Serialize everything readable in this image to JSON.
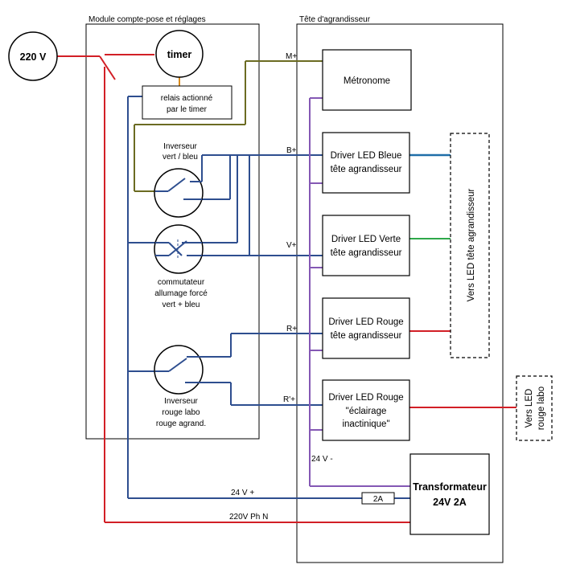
{
  "sections": {
    "module_title": "Module compte-pose et réglages",
    "head_title": "Tête d'agrandisseur"
  },
  "power": {
    "label": "220 V"
  },
  "timer": {
    "label": "timer"
  },
  "relay": {
    "line1": "relais actionné",
    "line2": "par le timer"
  },
  "inverter_green_blue": {
    "line1": "Inverseur",
    "line2": "vert / bleu"
  },
  "forced_switch": {
    "line1": "commutateur",
    "line2": "allumage forcé",
    "line3": "vert  +  bleu"
  },
  "inverter_red": {
    "line1": "Inverseur",
    "line2": "rouge labo",
    "line3": "rouge agrand."
  },
  "metronome": {
    "label": "Métronome"
  },
  "drivers": {
    "blue": {
      "line1": "Driver LED Bleue",
      "line2": "tête agrandisseur"
    },
    "green": {
      "line1": "Driver LED Verte",
      "line2": "tête agrandisseur"
    },
    "red": {
      "line1": "Driver LED Rouge",
      "line2": "tête agrandisseur"
    },
    "safelight": {
      "line1": "Driver LED Rouge",
      "line2": "\"éclairage",
      "line3": "inactinique\""
    }
  },
  "transformer": {
    "line1": "Transformateur",
    "line2": "24V 2A"
  },
  "fuse": {
    "label": "2A"
  },
  "outputs": {
    "head_leds": "Vers LED tête agrandisseur",
    "lab_red_line1": "Vers LED",
    "lab_red_line2": "rouge labo"
  },
  "wire_labels": {
    "m_plus": "M+",
    "b_plus": "B+",
    "v_plus": "V+",
    "r_plus": "R+",
    "r_prime_plus": "R'+",
    "v24_minus": "24 V -",
    "v24_plus": "24 V +",
    "v220": "220V  Ph N"
  },
  "colors": {
    "phase_red": "#d21f26",
    "supply_blue": "#2e4e8f",
    "olive": "#6b6b22",
    "purple": "#8458b4",
    "orange": "#d98a1c",
    "steel_blue": "#1f6ea8",
    "green": "#2ea84a"
  }
}
